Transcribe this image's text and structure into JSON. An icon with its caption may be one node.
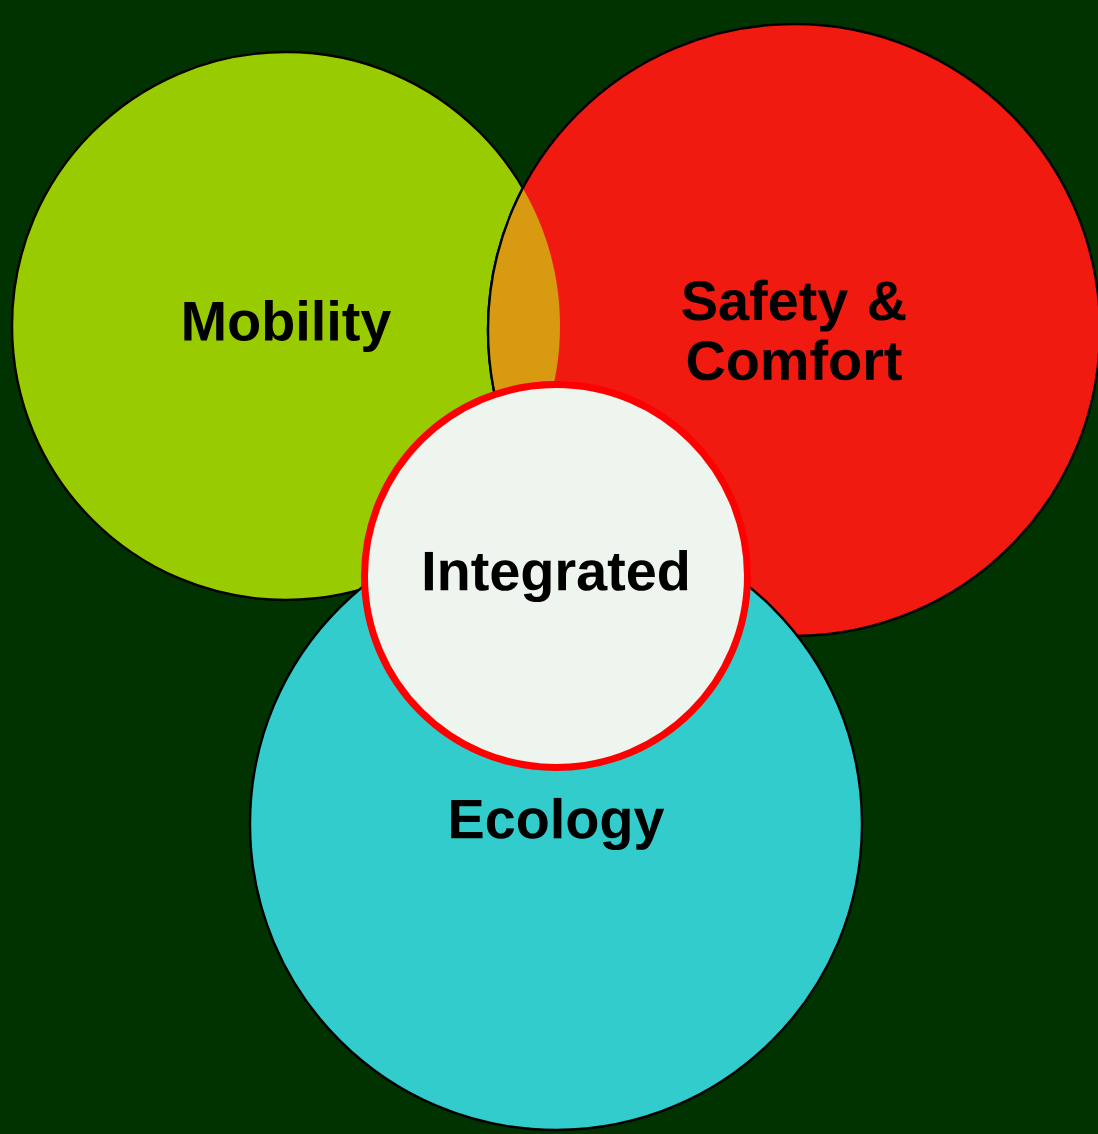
{
  "diagram": {
    "nodes": [
      {
        "text": [
          "Mobility"
        ]
      },
      {
        "text": [
          "Safety & Comfort"
        ]
      },
      {
        "text": [
          "Ecology"
        ]
      },
      {
        "text": [
          "Integrated"
        ]
      }
    ]
  }
}
